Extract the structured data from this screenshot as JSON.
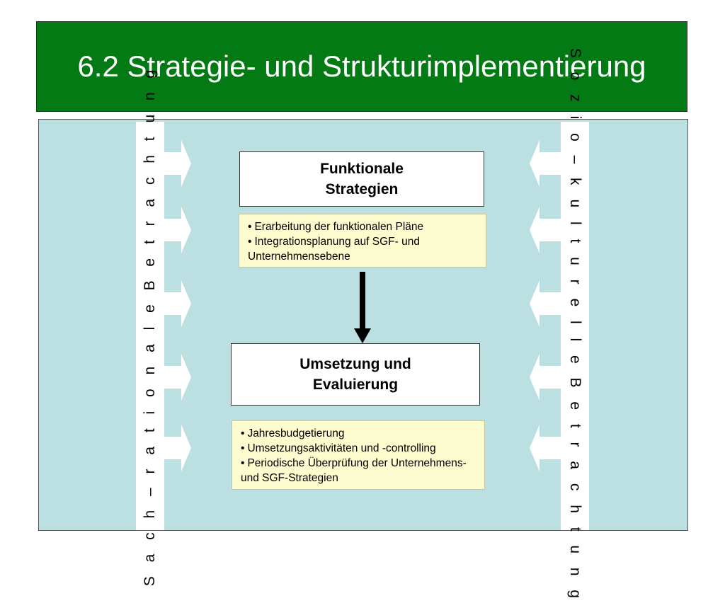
{
  "slide": {
    "title": "6.2 Strategie- und Strukturimplementierung"
  },
  "sidebars": {
    "left_label": "S a c h – r a t i o n a l e   B e t r a c h t u n g",
    "right_label": "S o z i o – k u l t u r e l l e   B e t r a c h t u n g"
  },
  "boxes": {
    "functional": {
      "line1": "Funktionale",
      "line2": "Strategien"
    },
    "implementation": {
      "line1": "Umsetzung und",
      "line2": "Evaluierung"
    }
  },
  "notes": {
    "functional": {
      "bullet": "•",
      "items": [
        "Erarbeitung der funktionalen Pläne",
        "Integrationsplanung auf SGF- und Unternehmensebene"
      ]
    },
    "implementation": {
      "bullet": "•",
      "items": [
        "Jahresbudgetierung",
        "Umsetzungsaktivitäten und -controlling",
        "Periodische Überprüfung der Unternehmens- und SGF-Strategien"
      ]
    }
  },
  "colors": {
    "title_bg": "#037a14",
    "panel_bg": "#bcdfe1",
    "note_bg": "#fdfcce",
    "strip_bg": "#ffffff"
  }
}
